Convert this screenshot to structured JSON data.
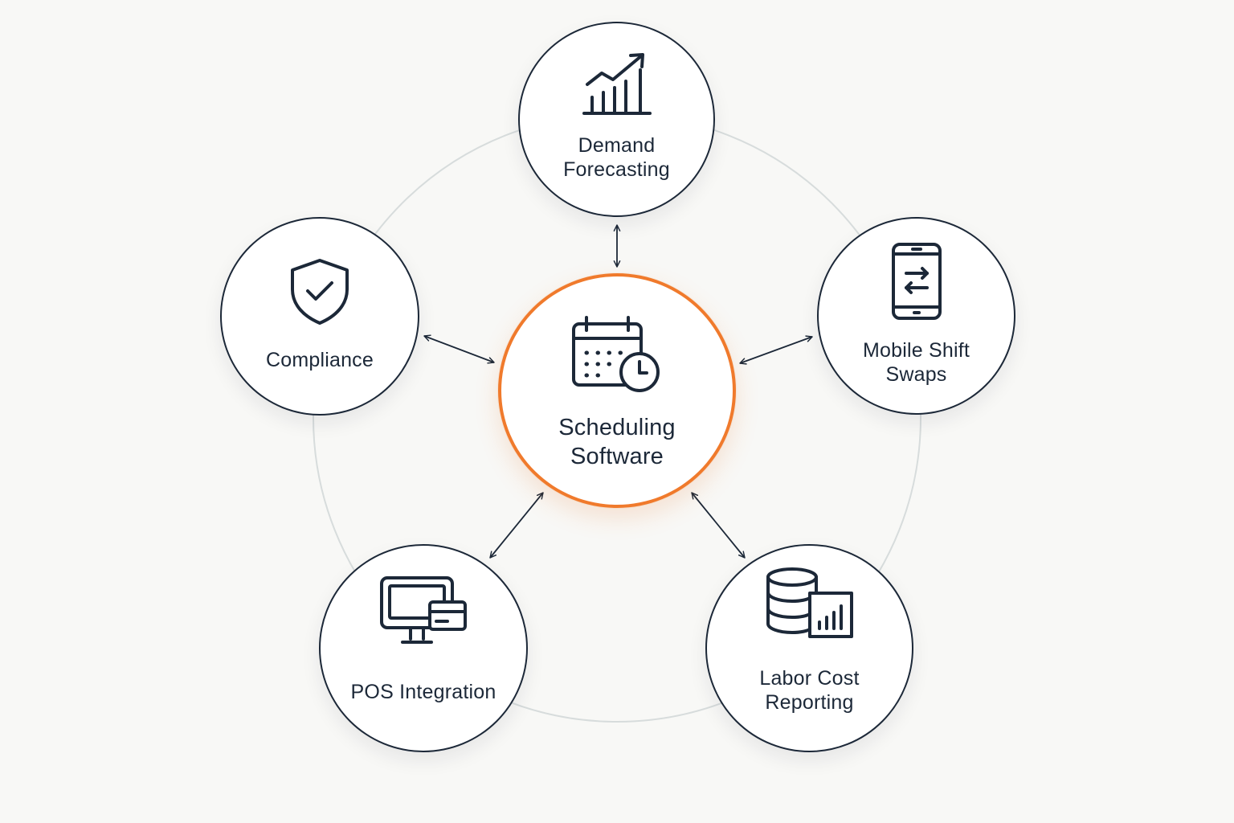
{
  "diagram": {
    "center": {
      "label": "Scheduling\nSoftware",
      "icon": "calendar-clock-icon",
      "accent": "#f07a2c"
    },
    "nodes": [
      {
        "id": "demand",
        "label": "Demand\nForecasting",
        "icon": "growth-chart-icon"
      },
      {
        "id": "mobile",
        "label": "Mobile Shift\nSwaps",
        "icon": "phone-swap-icon"
      },
      {
        "id": "labor",
        "label": "Labor Cost\nReporting",
        "icon": "database-chart-icon"
      },
      {
        "id": "pos",
        "label": "POS Integration",
        "icon": "pos-terminal-icon"
      },
      {
        "id": "compliance",
        "label": "Compliance",
        "icon": "shield-check-icon"
      }
    ],
    "colors": {
      "stroke": "#1c2838",
      "orbit": "#d7dcdc",
      "background": "#f8f8f6"
    }
  }
}
